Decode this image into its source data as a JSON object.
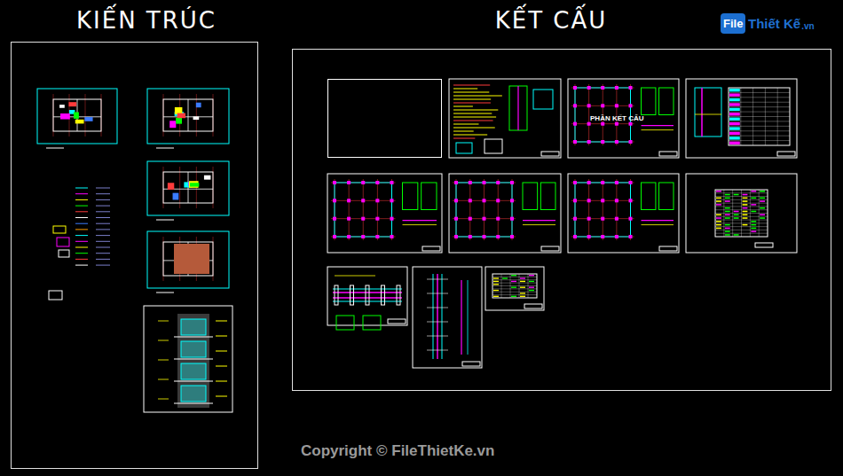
{
  "diagram": {
    "nodes": [
      {
        "text": [
          "KIẾN TRÚC"
        ]
      },
      {
        "text": [
          "KẾT CẤU"
        ]
      },
      {
        "text": [
          "PHẦN KẾT CẤU"
        ],
        "in": 1
      }
    ],
    "labels": [
      "File",
      "Thiết Kế",
      ".vn",
      "Copyright © FileThietKe.vn"
    ]
  }
}
